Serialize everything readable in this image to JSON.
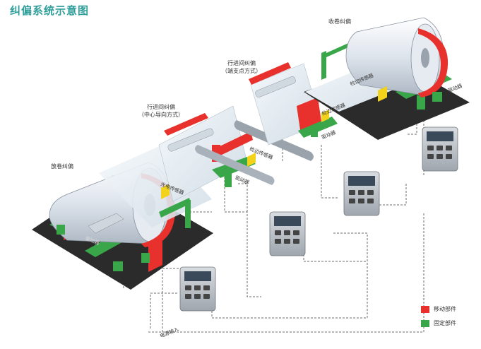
{
  "title": "纠偏系统示意图",
  "labels": {
    "unwind": "放卷纠偏",
    "inline_center": "行进间纠偏",
    "inline_center_sub": "（中心导向方式）",
    "inline_edge": "行进间纠偏",
    "inline_edge_sub": "（端支点方式）",
    "rewind": "收卷纠偏",
    "photo_sensor": "光电传感器",
    "edge_sensor_1": "检边传感器",
    "edge_sensor_2": "检边传感器",
    "edge_sensor_3": "检边传感器",
    "actuator_1": "驱动器",
    "actuator_2": "驱动器",
    "actuator_3": "驱动器",
    "actuator_4": "驱动器",
    "power_input": "电源输入"
  },
  "legend": {
    "moving": "移动部件",
    "fixed": "固定部件"
  },
  "colors": {
    "title": "#2f9e9a",
    "moving": "#e8312c",
    "fixed": "#3aa64a",
    "base": "#2b2b2b",
    "roll": "#dfe6ee",
    "sensor": "#f2d21b"
  }
}
